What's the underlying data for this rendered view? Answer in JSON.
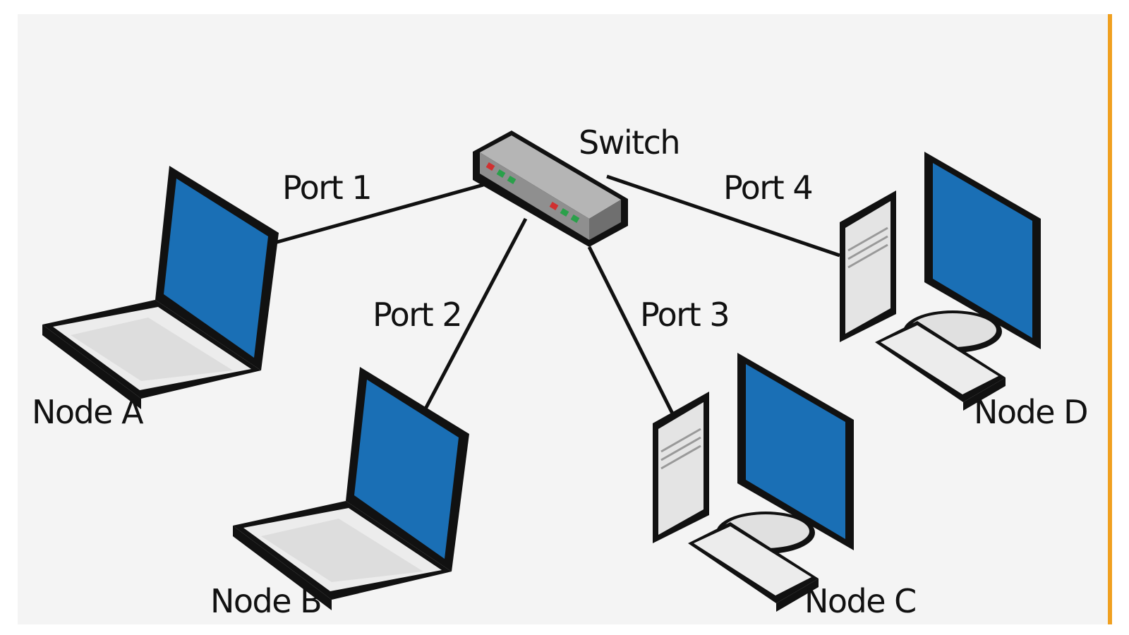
{
  "diagram": {
    "switch": {
      "label": "Switch"
    },
    "ports": [
      {
        "label": "Port 1"
      },
      {
        "label": "Port 2"
      },
      {
        "label": "Port 3"
      },
      {
        "label": "Port 4"
      }
    ],
    "nodes": [
      {
        "label": "Node A",
        "device": "laptop"
      },
      {
        "label": "Node B",
        "device": "laptop"
      },
      {
        "label": "Node C",
        "device": "desktop"
      },
      {
        "label": "Node D",
        "device": "desktop"
      }
    ]
  },
  "colors": {
    "background": "#f4f4f4",
    "screen": "#1a6fb5",
    "outline": "#111111",
    "device_body": "#ececec",
    "switch_body": "#9a9a9a",
    "port_led_red": "#d03030",
    "port_led_green": "#2aa04a",
    "accent_border": "#f0a020"
  }
}
